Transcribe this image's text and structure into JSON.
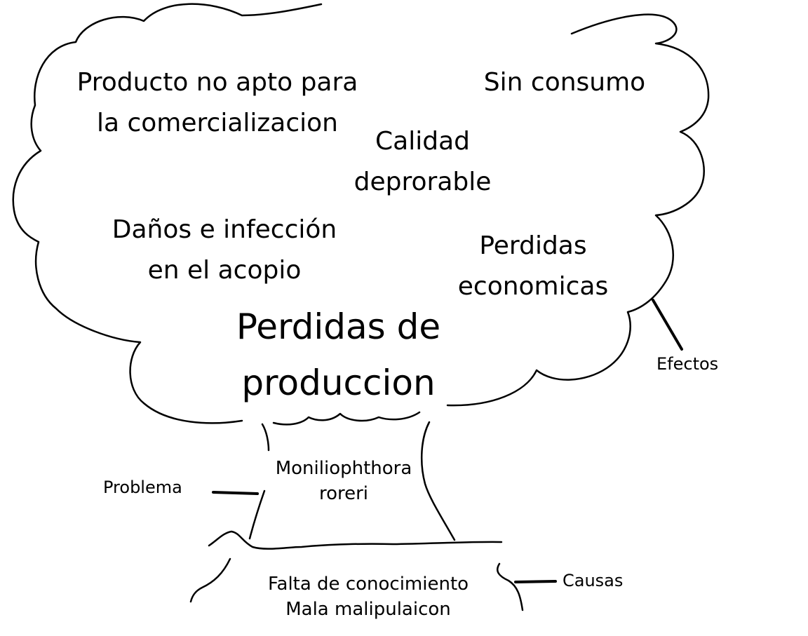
{
  "effects": {
    "unfit_for_sale": [
      "Producto no apto para",
      "la comercializacion"
    ],
    "no_consumption": "Sin consumo",
    "poor_quality": [
      "Calidad",
      "deprorable"
    ],
    "storage_damage": [
      "Daños e infección",
      "en el acopio"
    ],
    "economic_losses": [
      "Perdidas",
      "economicas"
    ]
  },
  "central": [
    "Perdidas de",
    "produccion"
  ],
  "problem": [
    "Moniliophthora",
    "roreri"
  ],
  "causes": [
    "Falta de conocimiento",
    "Mala malipulaicon"
  ],
  "side_labels": {
    "effects": "Efectos",
    "problem": "Problema",
    "causes": "Causas"
  }
}
